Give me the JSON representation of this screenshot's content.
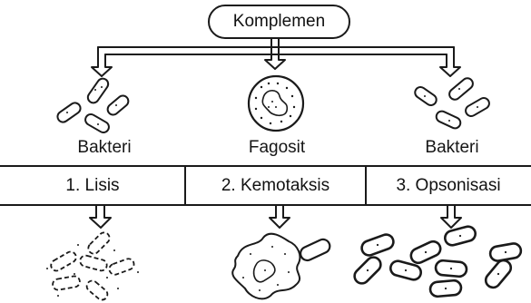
{
  "diagram": {
    "root": "Komplemen",
    "subjects": [
      "Bakteri",
      "Fagosit",
      "Bakteri"
    ],
    "processes": [
      "1. Lisis",
      "2. Kemotaksis",
      "3. Opsonisasi"
    ]
  }
}
